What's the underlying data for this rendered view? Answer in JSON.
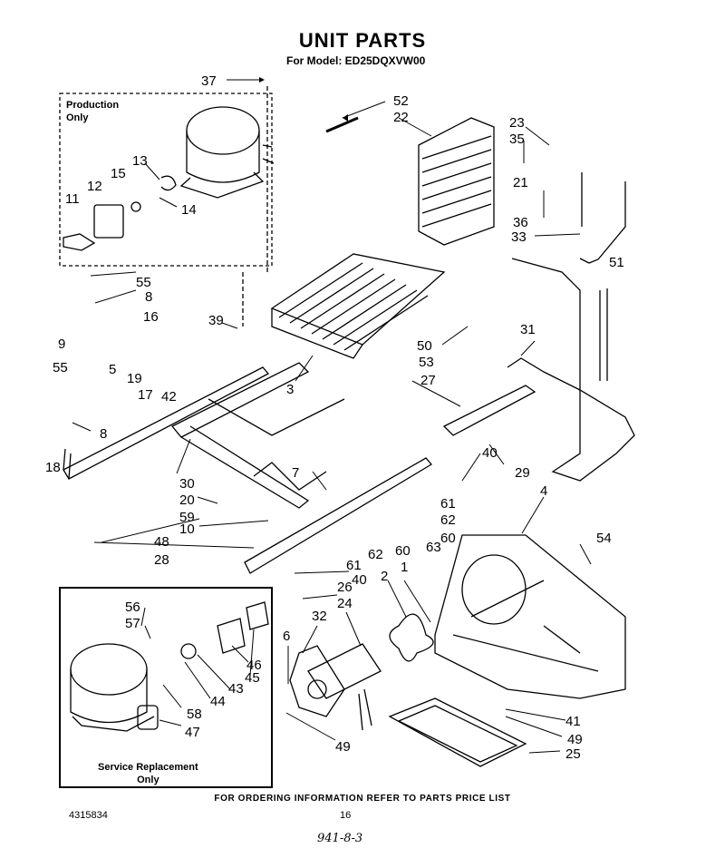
{
  "header": {
    "title": "UNIT PARTS",
    "model_line": "For Model: ED25DQXVW00"
  },
  "boxes": {
    "production_label_line1": "Production",
    "production_label_line2": "Only",
    "service_label_line1": "Service Replacement",
    "service_label_line2": "Only"
  },
  "callouts": [
    "37",
    "52",
    "22",
    "23",
    "35",
    "21",
    "36",
    "33",
    "51",
    "13",
    "15",
    "12",
    "11",
    "14",
    "55",
    "8",
    "9",
    "16",
    "39",
    "3",
    "50",
    "31",
    "53",
    "27",
    "5",
    "19",
    "17",
    "42",
    "55",
    "18",
    "8",
    "7",
    "40",
    "29",
    "30",
    "20",
    "59",
    "10",
    "61",
    "62",
    "60",
    "63",
    "60",
    "62",
    "61",
    "48",
    "4",
    "54",
    "28",
    "40",
    "26",
    "24",
    "2",
    "1",
    "56",
    "57",
    "32",
    "46",
    "45",
    "43",
    "44",
    "58",
    "47",
    "6",
    "49",
    "41",
    "49",
    "25"
  ],
  "footer": {
    "ordering_note": "FOR ORDERING INFORMATION REFER TO PARTS PRICE LIST",
    "document_number": "4315834",
    "page_number": "16",
    "handwritten": "941-8-3"
  }
}
